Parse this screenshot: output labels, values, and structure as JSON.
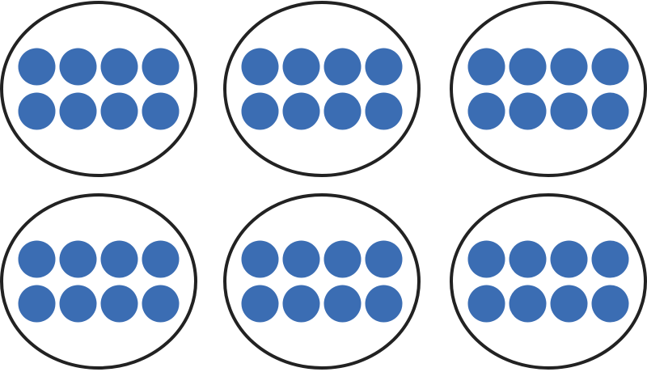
{
  "diagram": {
    "groups": [
      {
        "dots": 8
      },
      {
        "dots": 8
      },
      {
        "dots": 8
      },
      {
        "dots": 8
      },
      {
        "dots": 8
      },
      {
        "dots": 8
      }
    ],
    "dots_per_row": 4,
    "colors": {
      "dot": "#3b6db3",
      "outline": "#222222",
      "background": "#ffffff"
    }
  }
}
